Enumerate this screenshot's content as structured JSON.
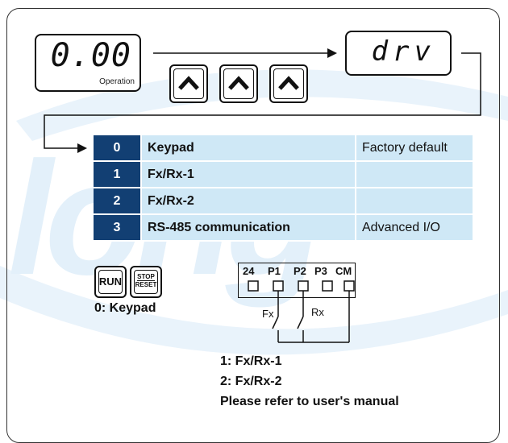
{
  "display": {
    "main_value": "0.00",
    "main_caption": "Operation",
    "target_value": "drv"
  },
  "table": {
    "rows": [
      {
        "num": "0",
        "name": "Keypad",
        "note": "Factory default"
      },
      {
        "num": "1",
        "name": "Fx/Rx-1",
        "note": ""
      },
      {
        "num": "2",
        "name": "Fx/Rx-2",
        "note": ""
      },
      {
        "num": "3",
        "name": "RS-485 communication",
        "note": "Advanced I/O"
      }
    ]
  },
  "keypad": {
    "run_label": "RUN",
    "stop_label": "STOP",
    "reset_label": "RESET",
    "caption": "0: Keypad"
  },
  "terminals": {
    "labels": [
      "24",
      "P1",
      "P2",
      "P3",
      "CM"
    ],
    "fx_label": "Fx",
    "rx_label": "Rx"
  },
  "notes": {
    "line1": "1: Fx/Rx-1",
    "line2": "2: Fx/Rx-2",
    "line3": "Please refer to user's manual"
  },
  "colors": {
    "table_header": "#123f73",
    "table_cell": "#cfe8f6",
    "watermark": "#e6f2fb"
  }
}
